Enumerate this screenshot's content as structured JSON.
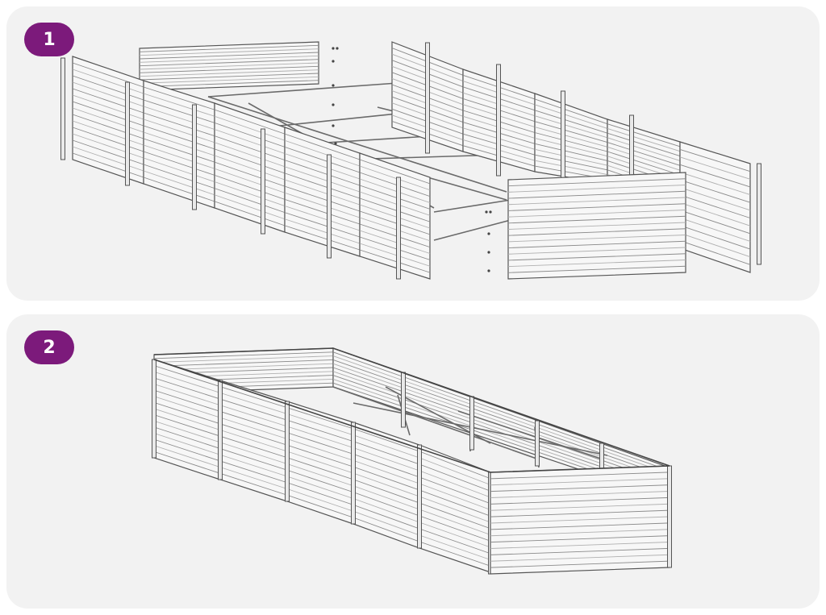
{
  "colors": {
    "badge": "#7c1a7b",
    "panel_background": "#f2f2f2",
    "line": "#555555",
    "sheet_fill": "#f7f7f7"
  },
  "steps": [
    {
      "number": "1",
      "state": "exploded view of corrugated panels, posts and cross braces"
    },
    {
      "number": "2",
      "state": "assembled rectangular raised garden bed"
    }
  ]
}
